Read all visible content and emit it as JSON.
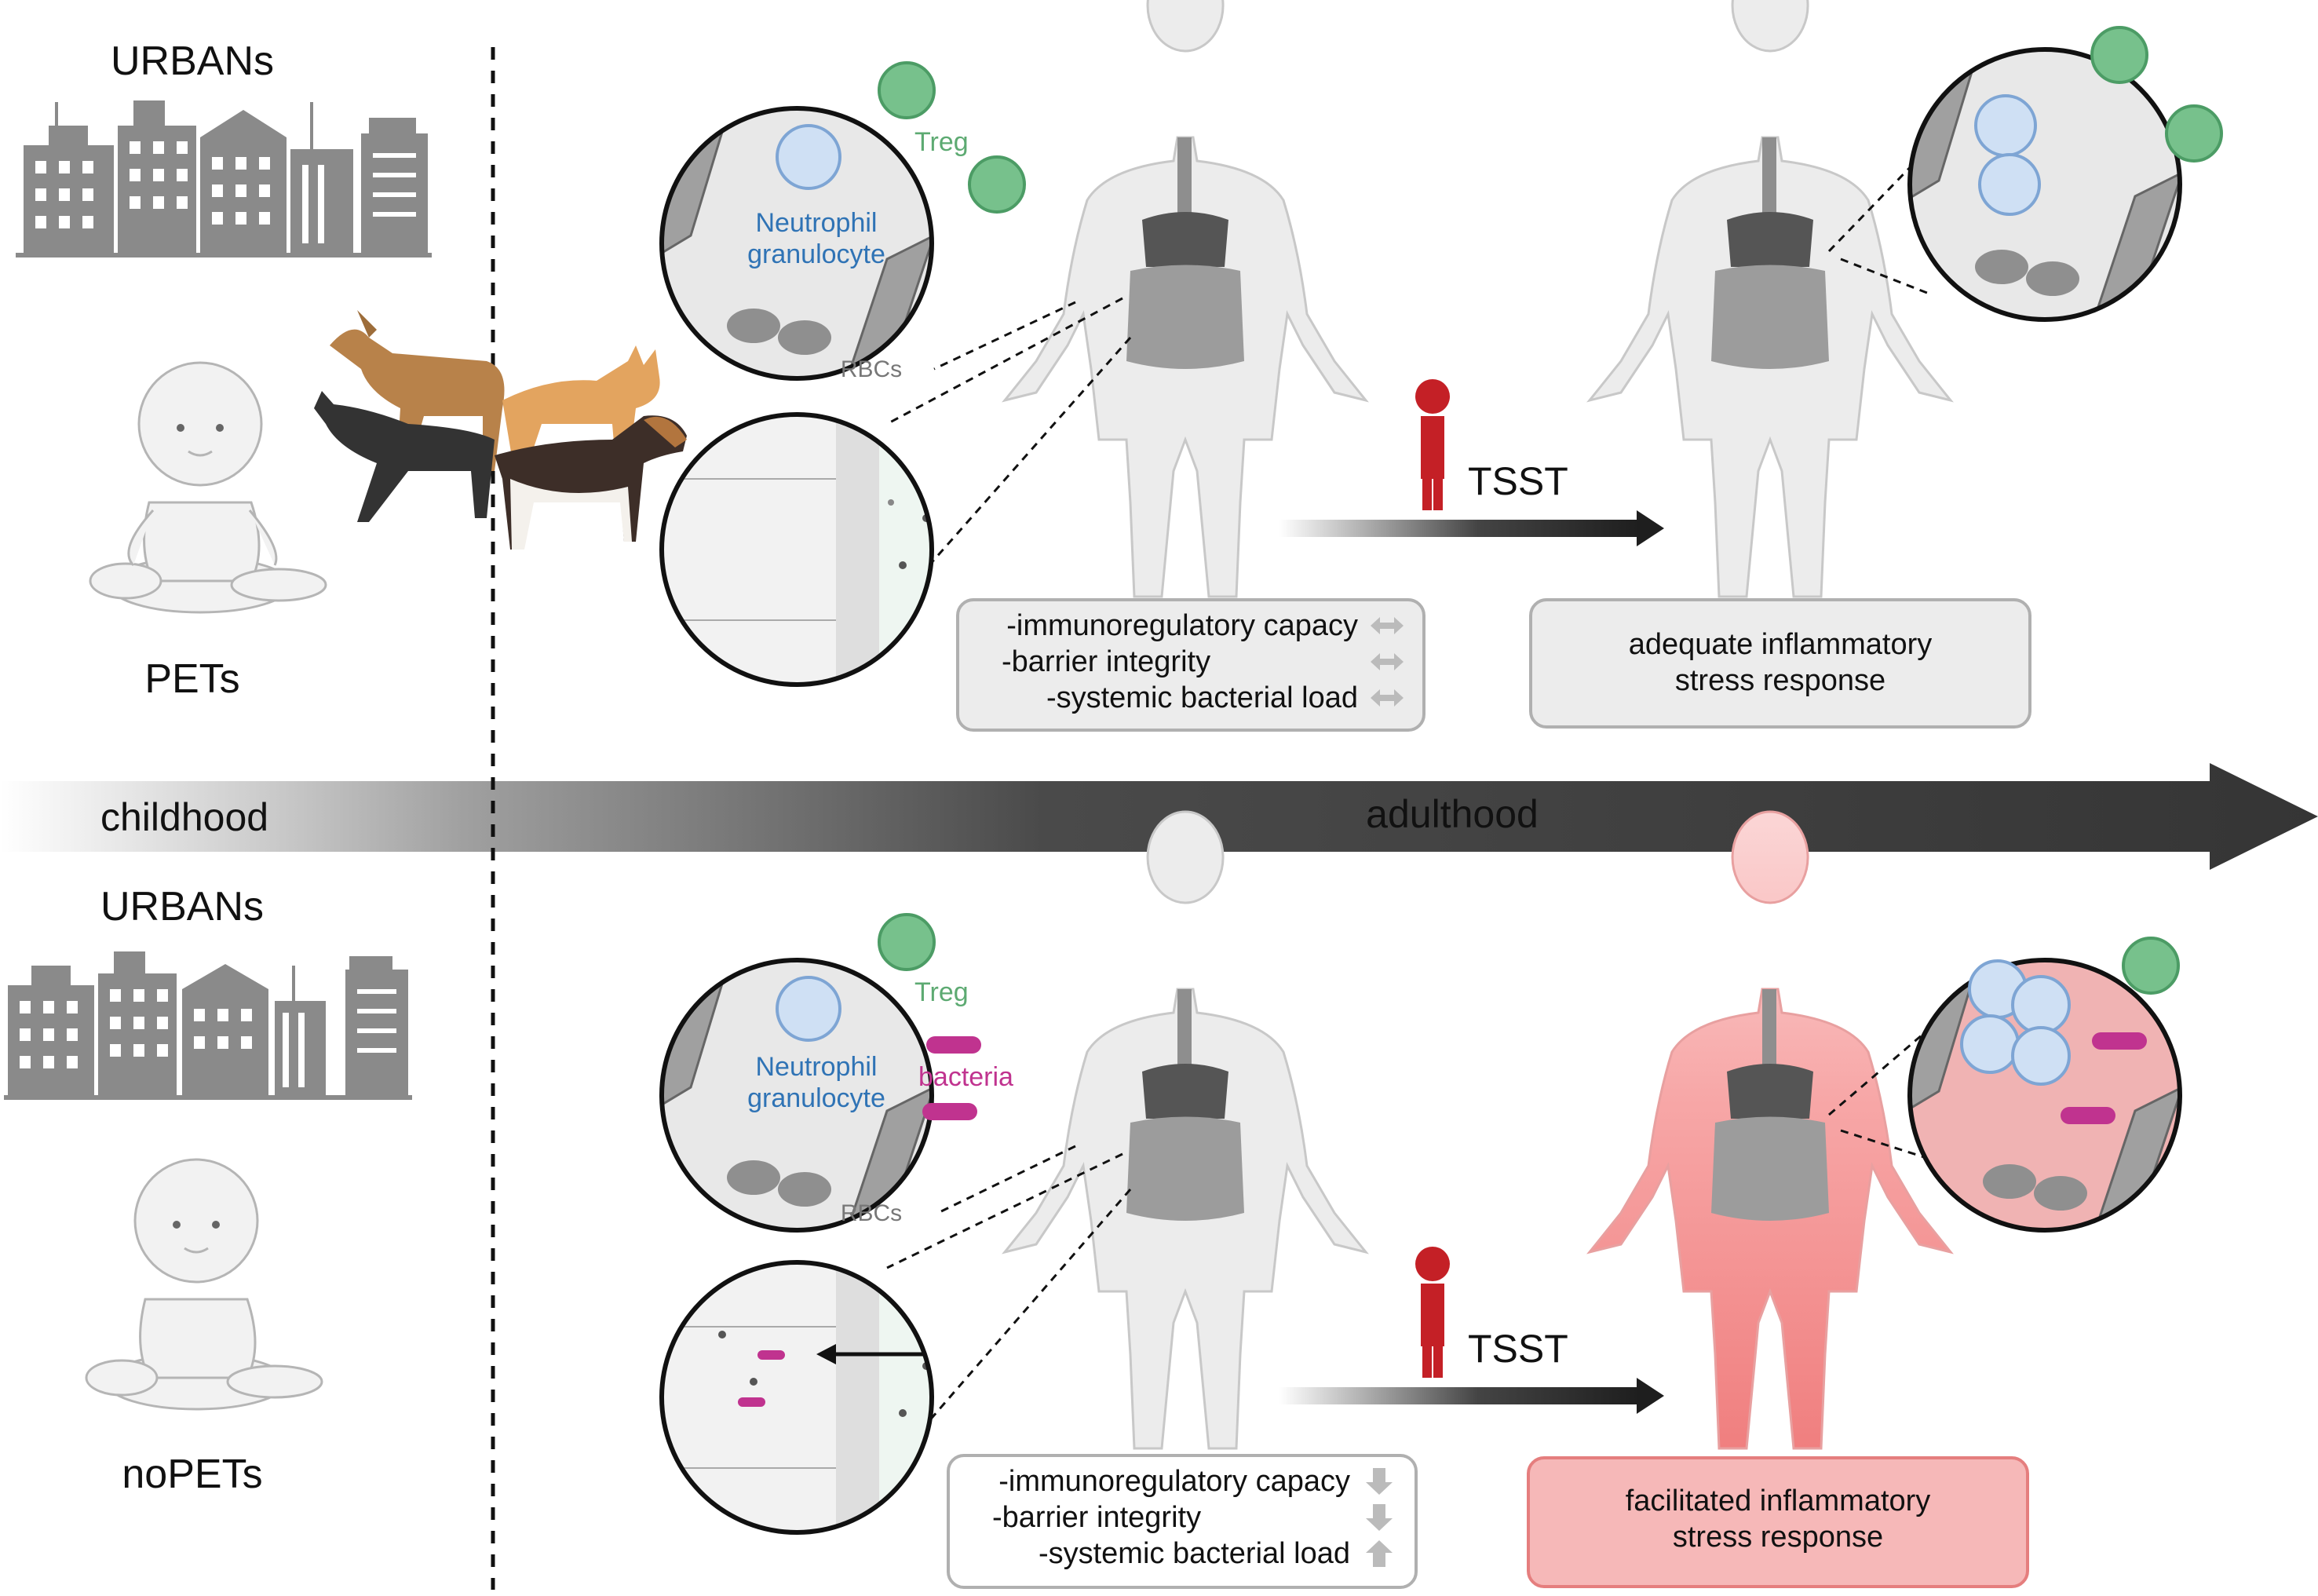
{
  "top_section": {
    "urban_label": "URBANs",
    "group_label": "PETs",
    "cell_labels": {
      "treg": "Treg",
      "neutrophil_line1": "Neutrophil",
      "neutrophil_line2": "granulocyte",
      "rbcs": "RBCs"
    },
    "stressor": "TSST",
    "effects": [
      {
        "text": "-immunoregulatory capacy",
        "indicator": "unchanged"
      },
      {
        "text": "-barrier integrity",
        "indicator": "unchanged"
      },
      {
        "text": "-systemic bacterial load",
        "indicator": "unchanged"
      }
    ],
    "outcome_line1": "adequate inflammatory",
    "outcome_line2": "stress response"
  },
  "timeline": {
    "childhood": "childhood",
    "adulthood": "adulthood"
  },
  "bottom_section": {
    "urban_label": "URBANs",
    "group_label": "noPETs",
    "cell_labels": {
      "treg": "Treg",
      "neutrophil_line1": "Neutrophil",
      "neutrophil_line2": "granulocyte",
      "bacteria": "bacteria",
      "rbcs": "RBCs"
    },
    "stressor": "TSST",
    "effects": [
      {
        "text": "-immunoregulatory capacy",
        "indicator": "decreased"
      },
      {
        "text": "-barrier integrity",
        "indicator": "decreased"
      },
      {
        "text": "-systemic bacterial load",
        "indicator": "increased"
      }
    ],
    "outcome_line1": "facilitated inflammatory",
    "outcome_line2": "stress response"
  },
  "colors": {
    "treg": "#5daa72",
    "neutrophil": "#2f73b5",
    "bacteria": "#c0338f",
    "stress": "#c42026",
    "inflamed_body": "#f58a8a",
    "outcome_box_inflamed": "#f6b8b8",
    "buildings": "#8a8a8a",
    "timeline_dark": "#3a3a3a"
  },
  "icons": [
    "city-skyline-icon",
    "baby-icon",
    "pets-icon",
    "human-body-icon",
    "stressed-person-icon",
    "arrow-icon"
  ]
}
